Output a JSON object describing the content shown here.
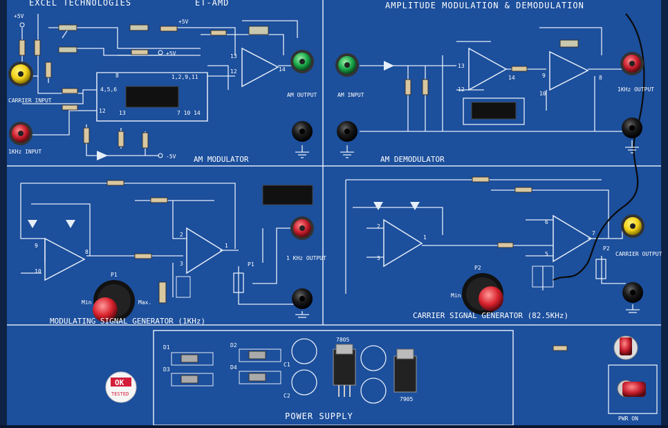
{
  "board": {
    "brand": "EXCEL TECHNOLOGIES",
    "model": "ET-AMD",
    "main_title": "AMPLITUDE MODULATION & DEMODULATION"
  },
  "modulator": {
    "title": "AM MODULATOR",
    "plus5v_top": "+5V",
    "plus5v_a": "+5V",
    "plus5v_b": "+5V",
    "minus5v": "-5V",
    "carrier_input": "CARRIER INPUT",
    "khz_input": "1KHz INPUT",
    "pins_left": "4,5,6",
    "pins_right": "1,2,9,11",
    "pin8": "8",
    "pin12": "12",
    "pin13": "13",
    "pin7_10_14": "7  10  14",
    "op_pin13": "13",
    "op_pin12": "12",
    "op_pin14": "14",
    "am_output": "AM OUTPUT"
  },
  "demodulator": {
    "title": "AM DEMODULATOR",
    "am_input": "AM INPUT",
    "op1_pin13": "13",
    "op1_pin12": "12",
    "op1_pin14": "14",
    "op2_pin9": "9",
    "op2_pin10": "10",
    "op2_pin8": "8",
    "output_1khz": "1KHz OUTPUT"
  },
  "mod_signal_gen": {
    "title": "MODULATING SIGNAL GENERATOR (1KHz)",
    "p1_knob": "P1",
    "p1_pot": "P1",
    "min": "Min",
    "max": "Max.",
    "output": "1 KHz OUTPUT",
    "pin9": "9",
    "pin10": "10",
    "pin8": "8",
    "pin2": "2",
    "pin3": "3",
    "pin1": "1"
  },
  "carrier_gen": {
    "title": "CARRIER SIGNAL GENERATOR (82.5KHz)",
    "p2_knob": "P2",
    "p2_pot": "P2",
    "min": "Min",
    "output": "CARRIER OUTPUT",
    "pin2": "2",
    "pin3": "3",
    "pin1": "1",
    "pin6": "6",
    "pin5": "5",
    "pin7": "7"
  },
  "power_supply": {
    "title": "POWER SUPPLY",
    "d1": "D1",
    "d2": "D2",
    "d3": "D3",
    "d4": "D4",
    "c1": "C1",
    "c2": "C2",
    "regulator_pos": "7805",
    "regulator_neg": "7905",
    "pwr_on": "PWR ON"
  },
  "sticker": {
    "line1": "OK",
    "line2": "TESTED"
  },
  "colors": {
    "panel": "#1c4f9c",
    "line": "#e6eef8",
    "yellow_jack": "#f2d21a",
    "red_jack": "#c81e2d",
    "green_jack": "#1aa84a",
    "black_jack": "#111111",
    "knob_red": "#d8222d"
  }
}
